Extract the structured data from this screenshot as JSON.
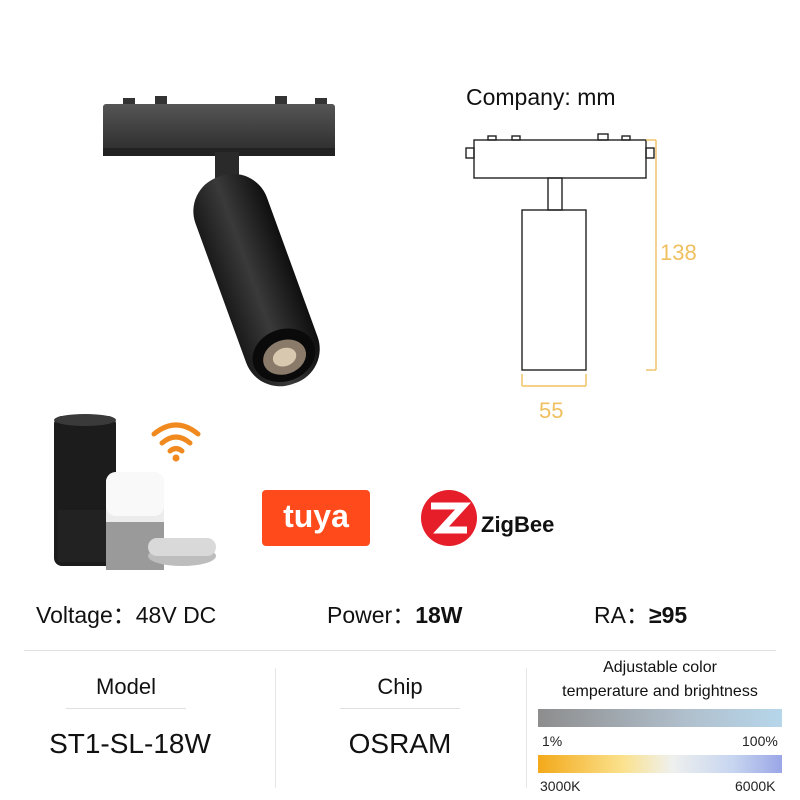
{
  "dimensions": {
    "title": "Company: mm",
    "height": "138",
    "width": "55"
  },
  "brands": {
    "tuya": "tuya",
    "zigbee": "ZigBee"
  },
  "specs": [
    {
      "label": "Voltage：",
      "value": "48V DC"
    },
    {
      "label": "Power：",
      "value": "18W"
    },
    {
      "label": "RA：",
      "value": "≥95"
    }
  ],
  "columns": [
    {
      "label": "Model",
      "value": "ST1-SL-18W"
    },
    {
      "label": "Chip",
      "value": "OSRAM"
    }
  ],
  "adjustable": {
    "title_line1": "Adjustable color",
    "title_line2": "temperature and brightness",
    "brightness_min": "1%",
    "brightness_max": "100%",
    "temp_min": "3000K",
    "temp_max": "6000K"
  },
  "colors": {
    "dimension": "#f0c060",
    "tuya": "#ff4a1c",
    "zigbee": "#e51e2a",
    "wifi": "#f08a1e"
  }
}
